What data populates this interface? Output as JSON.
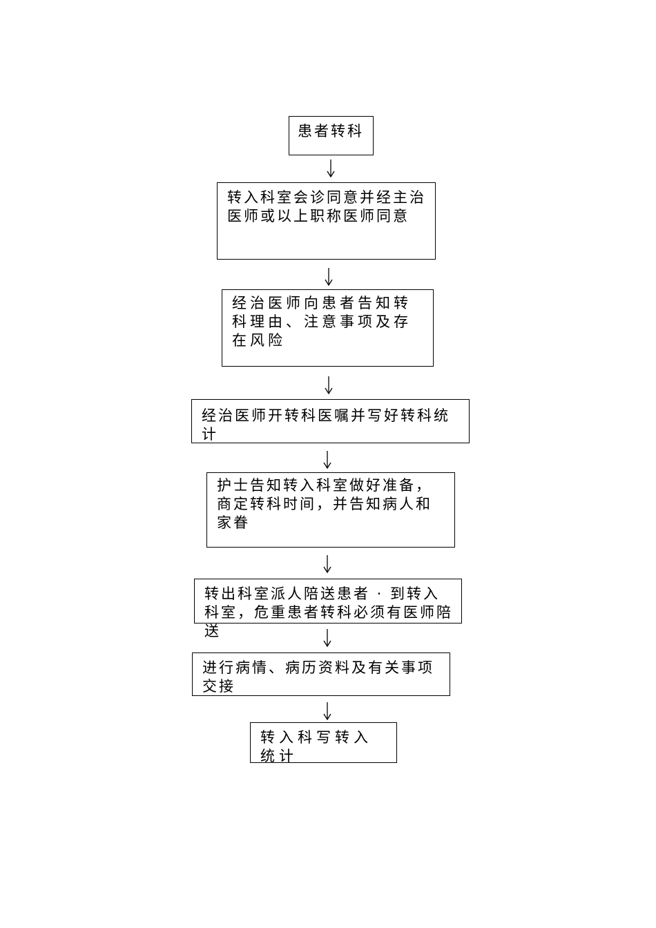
{
  "flowchart": {
    "steps": [
      {
        "text": "患者转科"
      },
      {
        "text": "转入科室会诊同意并经主治医师或以上职称医师同意"
      },
      {
        "text": "经治医师向患者告知转科理由、注意事项及存在风险"
      },
      {
        "text": "经治医师开转科医嘱并写好转科统计"
      },
      {
        "text": "护士告知转入科室做好准备，商定转科时间，并告知病人和家眷"
      },
      {
        "text": "转出科室派人陪送患者 · 到转入科室，危重患者转科必须有医师陪送"
      },
      {
        "text": "进行病情、病历资料及有关事项交接"
      },
      {
        "text": "转入科写转入统计"
      }
    ],
    "line_color": "#000000"
  }
}
